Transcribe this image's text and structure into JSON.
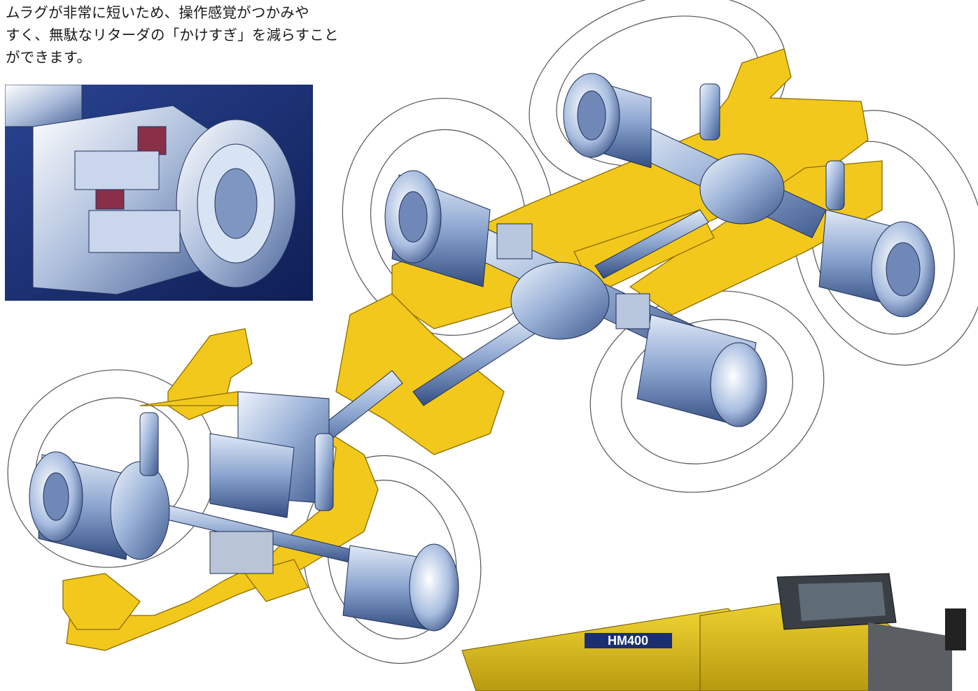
{
  "text": {
    "lines": [
      "ムラグが非常に短いため、操作感覚がつかみや",
      "すく、無駄なリターダの「かけすぎ」を減らすこと",
      "ができます。"
    ]
  },
  "truck_photo": {
    "badge": "HM400"
  },
  "colors": {
    "frame_yellow": "#f2c81c",
    "steel_blue": "#7f9cc8",
    "inset_navy": "#1c2f6e",
    "tire_outline": "#555555"
  }
}
